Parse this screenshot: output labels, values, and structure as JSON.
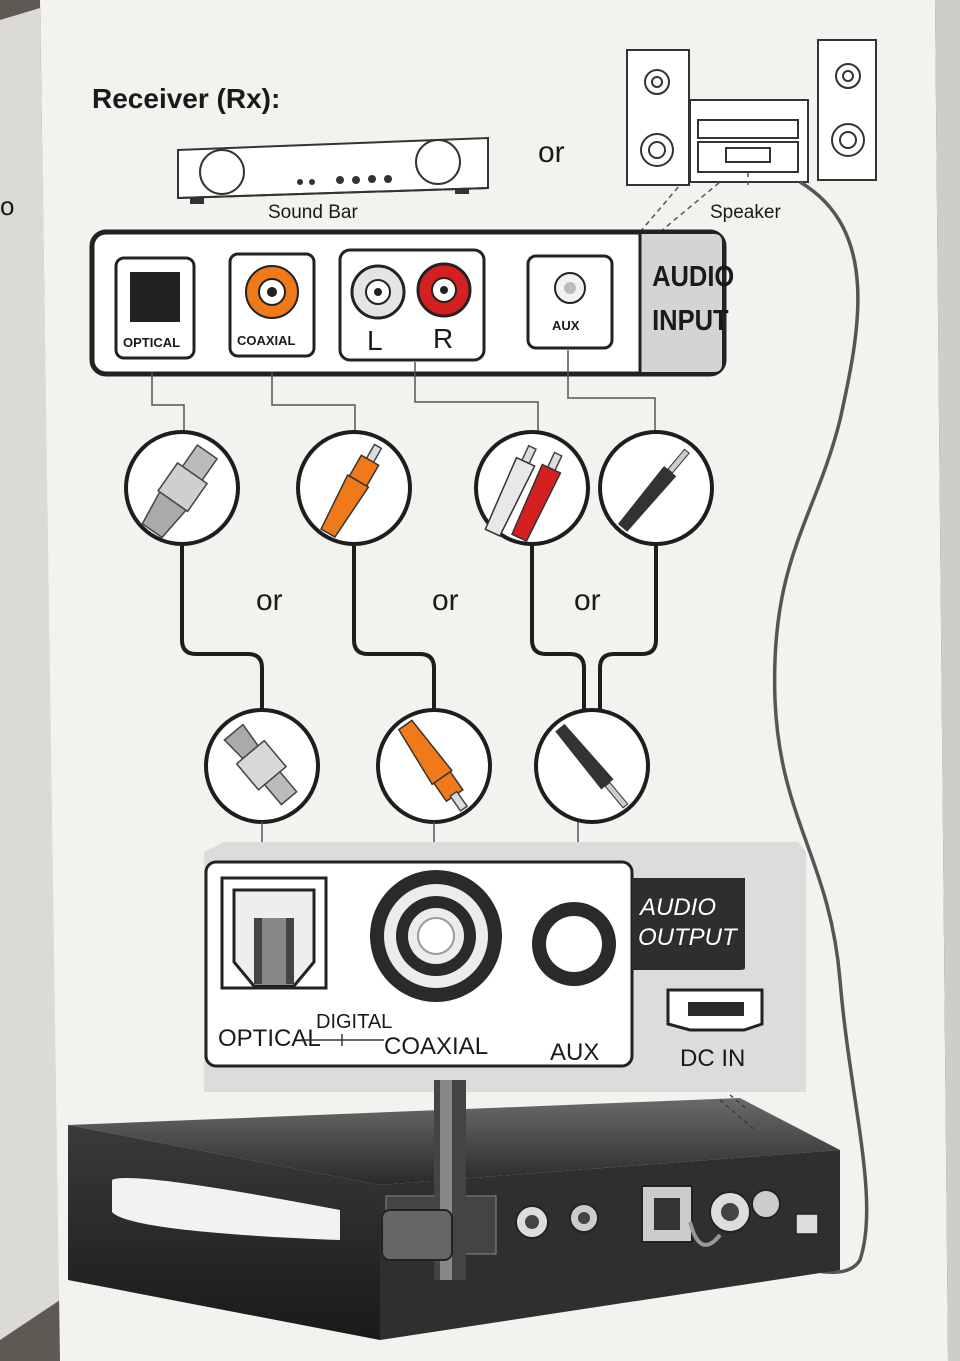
{
  "header": {
    "title": "Receiver  (Rx):",
    "or_top": "or",
    "soundbar_label": "Sound Bar",
    "speaker_label": "Speaker",
    "left_edge_fragment": "o"
  },
  "input_panel": {
    "optical_label": "OPTICAL",
    "coaxial_label": "COAXIAL",
    "l_label": "L",
    "r_label": "R",
    "aux_label": "AUX",
    "section_line1": "AUDIO",
    "section_line2": "INPUT"
  },
  "cables": {
    "or_1": "or",
    "or_2": "or",
    "or_3": "or"
  },
  "output_panel": {
    "section_line1": "AUDIO",
    "section_line2": "OUTPUT",
    "optical_label": "OPTICAL",
    "digital_label": "DIGITAL",
    "coaxial_label": "COAXIAL",
    "aux_label": "AUX",
    "dc_in_label": "DC IN"
  },
  "colors": {
    "paper": "#f3f2ef",
    "coaxial_orange": "#f07a1a",
    "rca_red": "#d42020",
    "panel_gray": "#d4d4d4",
    "dark_label_bg": "#2e2e2e"
  }
}
